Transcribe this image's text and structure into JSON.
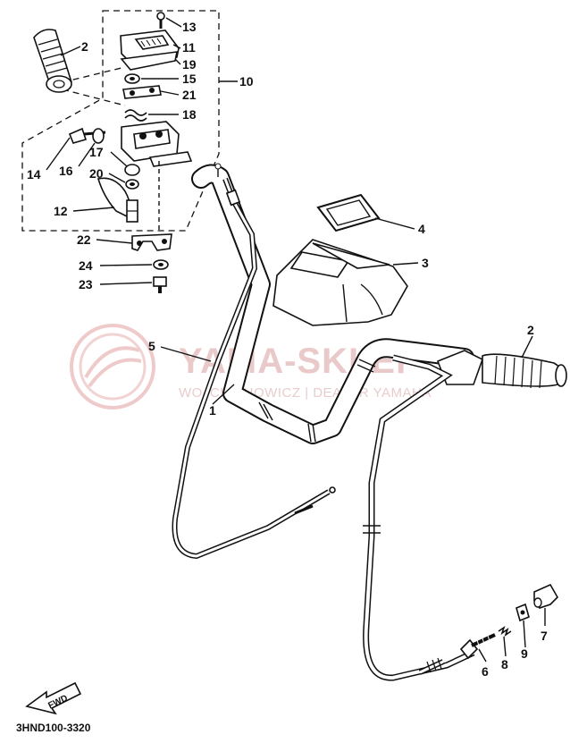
{
  "watermark": {
    "title": "YAMA-SKLEP",
    "subtitle": "WOJCIECHOWICZ | DEALER YAMAHA"
  },
  "diagram_code": "3HND100-3320",
  "fwd_label": "FWD",
  "callouts": {
    "c1": "1",
    "c2a": "2",
    "c2b": "2",
    "c3": "3",
    "c4": "4",
    "c5": "5",
    "c6": "6",
    "c7": "7",
    "c8": "8",
    "c9": "9",
    "c10": "10",
    "c11": "11",
    "c12": "12",
    "c13": "13",
    "c14": "14",
    "c15": "15",
    "c16": "16",
    "c17": "17",
    "c18": "18",
    "c19": "19",
    "c20": "20",
    "c21": "21",
    "c22": "22",
    "c23": "23",
    "c24": "24"
  },
  "colors": {
    "ink": "#111111",
    "watermark": "#e9c9c9"
  }
}
